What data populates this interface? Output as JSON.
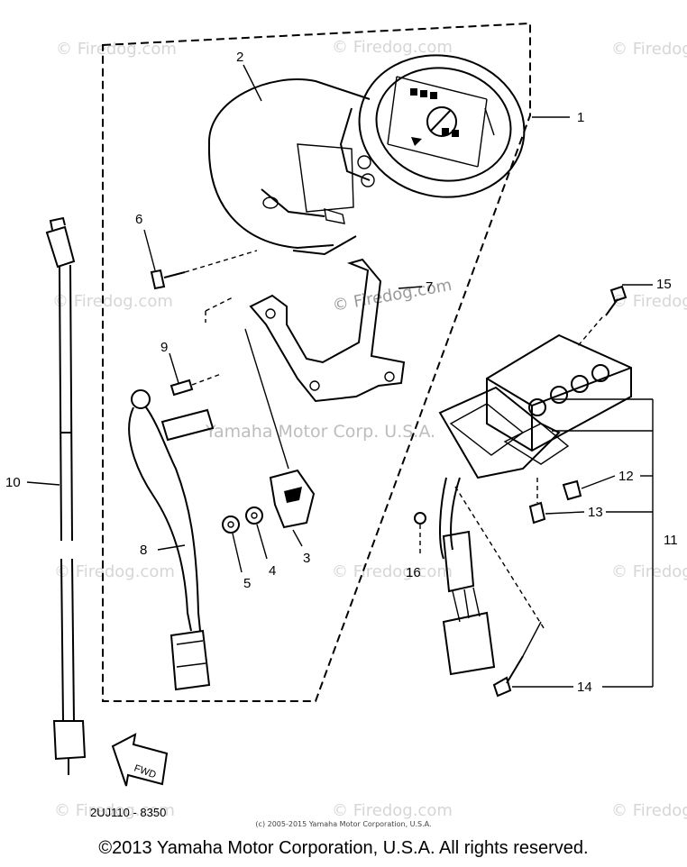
{
  "part_labels": {
    "p1": "1",
    "p2": "2",
    "p3": "3",
    "p4": "4",
    "p5": "5",
    "p6": "6",
    "p7": "7",
    "p8": "8",
    "p9": "9",
    "p10": "10",
    "p11": "11",
    "p12": "12",
    "p13": "13",
    "p14": "14",
    "p15": "15",
    "p16": "16"
  },
  "diagram_code": "2UJ110 - 8350",
  "fwd_arrow_label": "FWD",
  "watermarks": {
    "brand": "© Firedog.com",
    "center": "Yamaha Motor Corp. U.S.A."
  },
  "small_copyright": "(c) 2005-2015 Yamaha Motor Corporation, U.S.A.",
  "footer_copyright": "©2013 Yamaha Motor Corporation, U.S.A. All rights reserved."
}
